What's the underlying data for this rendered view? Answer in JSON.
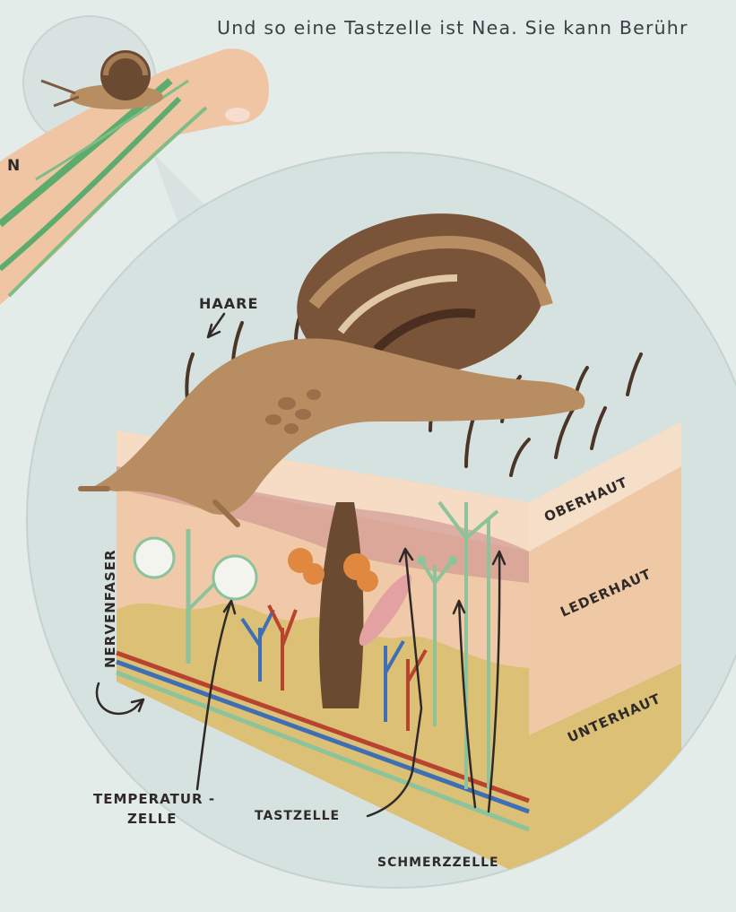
{
  "caption": "Und so eine Tastzelle ist Nea. Sie kann Berühr",
  "labels": {
    "haare": "HAARE",
    "nervenfaser": "NERVENFASER",
    "temperatur_line1": "TEMPERATUR -",
    "temperatur_line2": "ZELLE",
    "tastzelle": "TASTZELLE",
    "schmerzzelle": "SCHMERZZELLE",
    "oberhaut": "OBERHAUT",
    "lederhaut": "LEDERHAUT",
    "unterhaut": "UNTERHAUT",
    "edge_letter": "N"
  },
  "colors": {
    "background": "#e4ece9",
    "bubble": "#d6e2e0",
    "skin_surface": "#f3d6bd",
    "lederhaut": "#efc9a6",
    "fat": "#dcc076",
    "nerve": "#8dc39a",
    "vein_blue": "#3e6fb4",
    "artery_red": "#b8432f",
    "snail_body": "#b98d62",
    "shell": "#6b4a32"
  }
}
